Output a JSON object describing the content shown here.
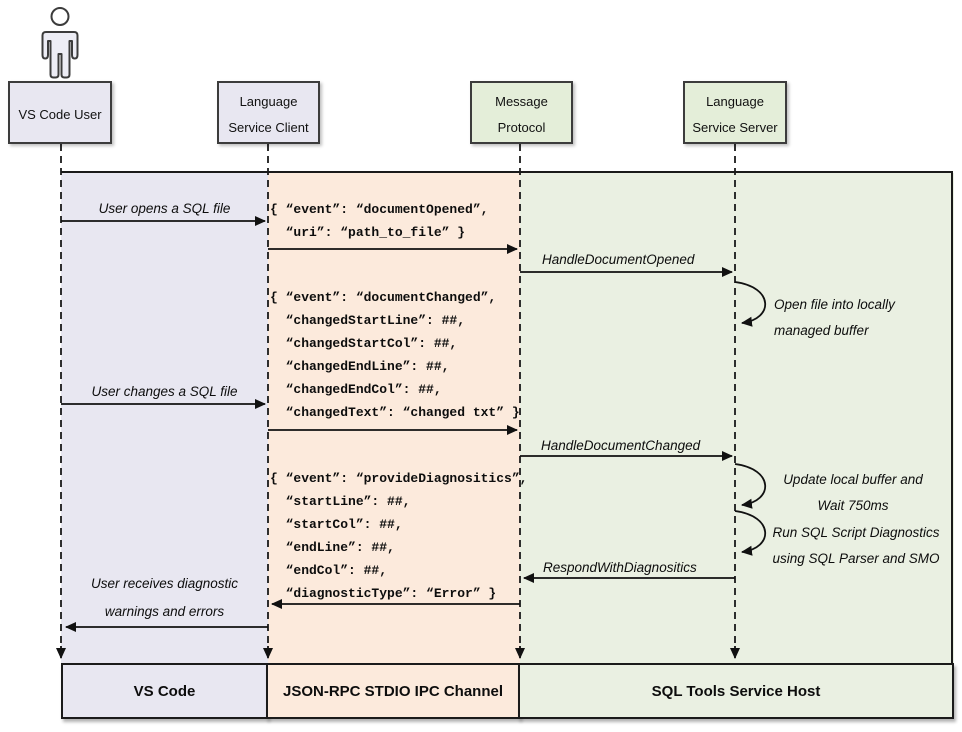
{
  "diagram": {
    "actors": [
      {
        "label": "VS Code User"
      },
      {
        "line1": "Language",
        "line2": "Service Client"
      },
      {
        "line1": "Message",
        "line2": "Protocol"
      },
      {
        "line1": "Language",
        "line2": "Service Server"
      }
    ],
    "messages": {
      "user_opens": "User opens a SQL file",
      "doc_opened_json": "{ “event”: “documentOpened”,\n  “uri”: “path_to_file” }",
      "handle_opened": "HandleDocumentOpened",
      "open_file_note": "Open file into locally\nmanaged buffer",
      "doc_changed_json": "{ “event”: “documentChanged”,\n  “changedStartLine”: ##,\n  “changedStartCol”: ##,\n  “changedEndLine”: ##,\n  “changedEndCol”: ##,\n  “changedText”: “changed txt” }",
      "user_changes": "User changes a SQL file",
      "handle_changed": "HandleDocumentChanged",
      "update_note": "Update local buffer and\nWait 750ms",
      "run_note": "Run SQL Script Diagnostics\nusing SQL Parser and SMO",
      "respond": "RespondWithDiagnositics",
      "provide_json": "{ “event”: “provideDiagnositics”,\n  “startLine”: ##,\n  “startCol”: ##,\n  “endLine”: ##,\n  “endCol”: ##,\n  “diagnosticType”: “Error” }",
      "user_receives": "User receives diagnostic\nwarnings and errors"
    },
    "footers": [
      "VS Code",
      "JSON-RPC STDIO IPC Channel",
      "SQL Tools Service Host"
    ],
    "colors": {
      "lavender": "#e8e7f1",
      "peach": "#fceadc",
      "green_lane": "#eaf0e2",
      "green_box": "#e4eed9",
      "line": "#1a1a1a"
    }
  }
}
